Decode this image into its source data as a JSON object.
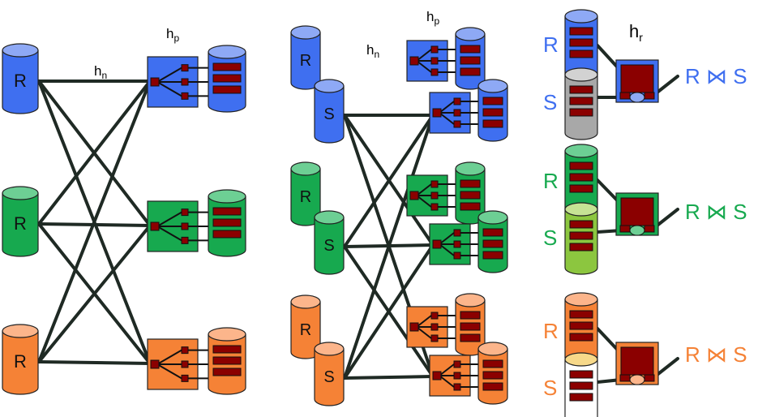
{
  "colors": {
    "blue_body": "#3f6ff0",
    "blue_top": "#8ea9f5",
    "green_body": "#17a94f",
    "green_top": "#6dcf94",
    "orange_body": "#f58236",
    "orange_top": "#fcb58b",
    "gray_body": "#a8a8a8",
    "gray_top": "#d2d2d2",
    "lime_body": "#8cc63f",
    "lime_top": "#c6e394",
    "white_body": "#ffffff",
    "cream_top": "#f7d98a",
    "block": "#8b0000",
    "edge": "#1f2a24"
  },
  "panel1": {
    "hn_main": "h",
    "hn_sub": "n",
    "hp_main": "h",
    "hp_sub": "p",
    "node_labels": [
      "R",
      "R",
      "R"
    ]
  },
  "panel2": {
    "hn_main": "h",
    "hn_sub": "n",
    "hp_main": "h",
    "hp_sub": "p",
    "r_labels": [
      "R",
      "R",
      "R"
    ],
    "s_labels": [
      "S",
      "S",
      "S"
    ]
  },
  "panel3": {
    "hr_main": "h",
    "hr_sub": "r",
    "rows": [
      {
        "r": "R",
        "s": "S",
        "join": "R ⋈ S"
      },
      {
        "r": "R",
        "s": "S",
        "join": "R ⋈ S"
      },
      {
        "r": "R",
        "s": "S",
        "join": "R ⋈ S"
      }
    ]
  }
}
